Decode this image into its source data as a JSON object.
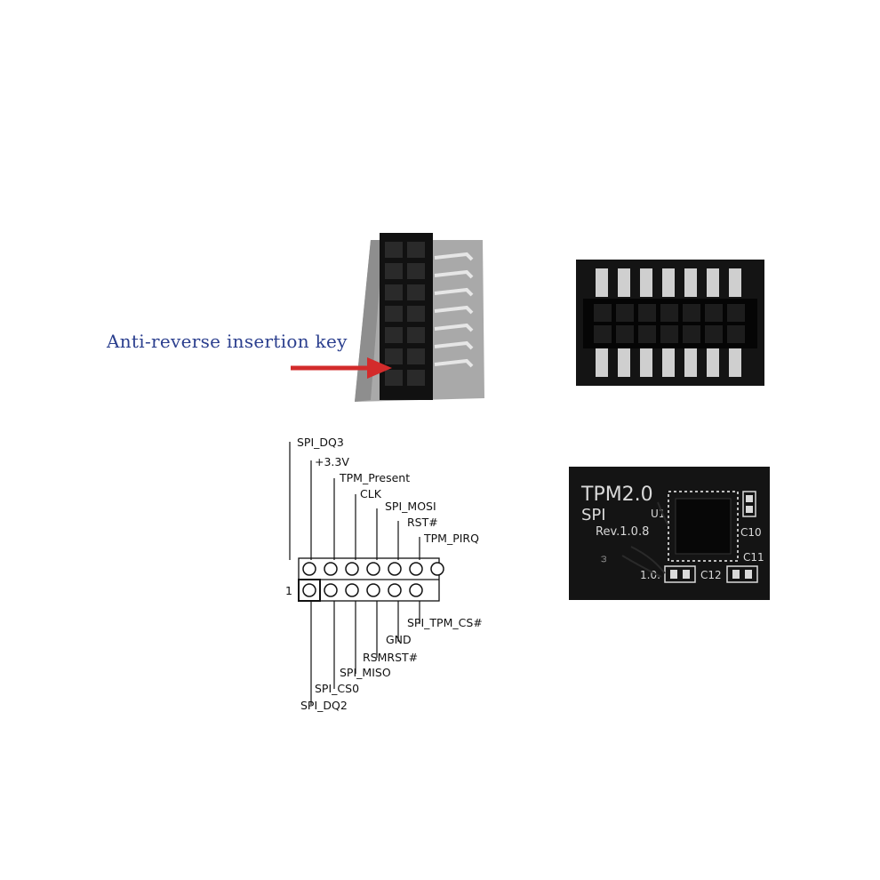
{
  "callout": {
    "text": "Anti-reverse insertion key",
    "arrow_color": "#d32b2b",
    "text_color": "#2b3f8e"
  },
  "pinout": {
    "pin1_marker": "1",
    "top_row": [
      "SPI_DQ3",
      "+3.3V",
      "TPM_Present",
      "CLK",
      "SPI_MOSI",
      "RST#",
      "TPM_PIRQ"
    ],
    "bottom_row": [
      "SPI_DQ2",
      "SPI_CS0",
      "SPI_MISO",
      "RSMRST#",
      "GND",
      "SPI_TPM_CS#"
    ]
  },
  "pcb": {
    "title": "TPM2.0",
    "subtitle": "SPI",
    "revision": "Rev.1.0.8",
    "chip_ref": "U1",
    "components": [
      "C10",
      "C11",
      "C12"
    ],
    "footer_text": "1.0.",
    "board_color": "#141414",
    "silkscreen_color": "#d9d9d9"
  }
}
